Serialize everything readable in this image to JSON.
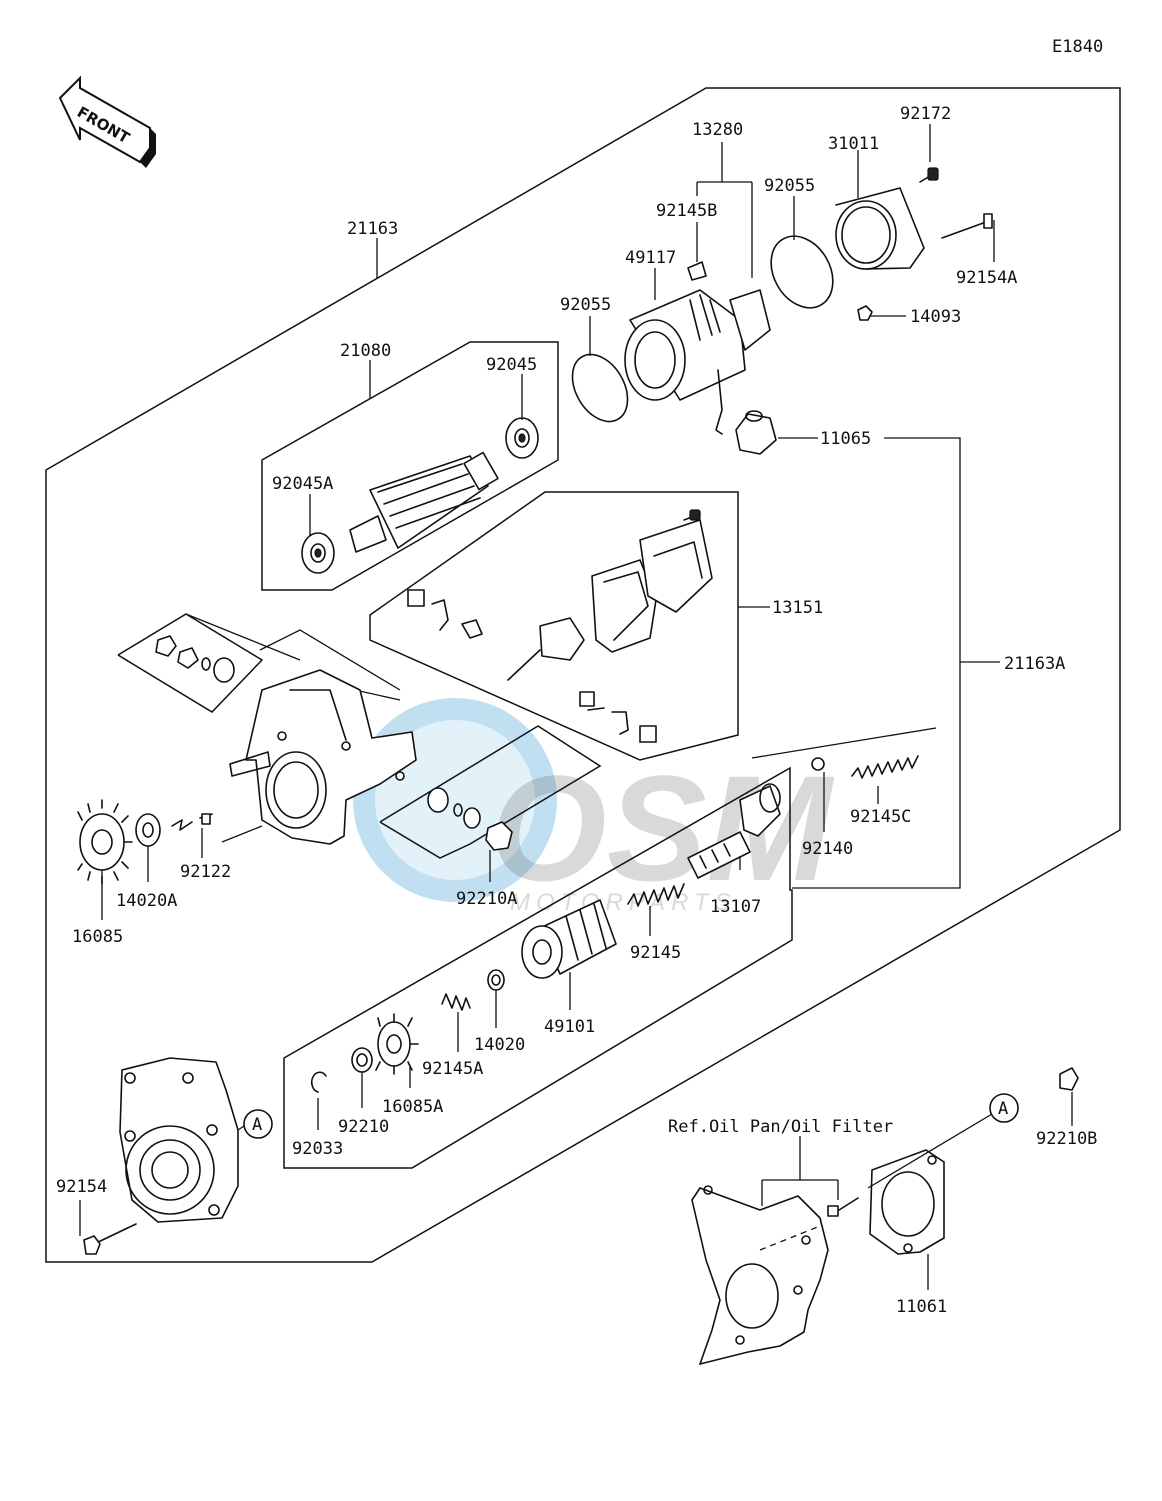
{
  "diagram_code": "E1840",
  "front_label": "FRONT",
  "ref_text": "Ref.Oil Pan/Oil Filter",
  "callout_letter": "A",
  "watermark": {
    "logo_text": "OSM",
    "tagline": "MOTORPARTS"
  },
  "parts": {
    "p21163": "21163",
    "p21163A": "21163A",
    "p21080": "21080",
    "p13280": "13280",
    "p92145B": "92145B",
    "p92172": "92172",
    "p31011": "31011",
    "p92055_top": "92055",
    "p92154A": "92154A",
    "p14093": "14093",
    "p49117": "49117",
    "p92055_left": "92055",
    "p92045": "92045",
    "p11065": "11065",
    "p92045A": "92045A",
    "p13151": "13151",
    "p92145C": "92145C",
    "p92140": "92140",
    "p92122": "92122",
    "p14020A": "14020A",
    "p16085": "16085",
    "p92210A": "92210A",
    "p13107": "13107",
    "p92145": "92145",
    "p49101": "49101",
    "p14020": "14020",
    "p92145A": "92145A",
    "p16085A": "16085A",
    "p92210": "92210",
    "p92033": "92033",
    "p92154": "92154",
    "p92210B": "92210B",
    "p11061": "11061"
  }
}
